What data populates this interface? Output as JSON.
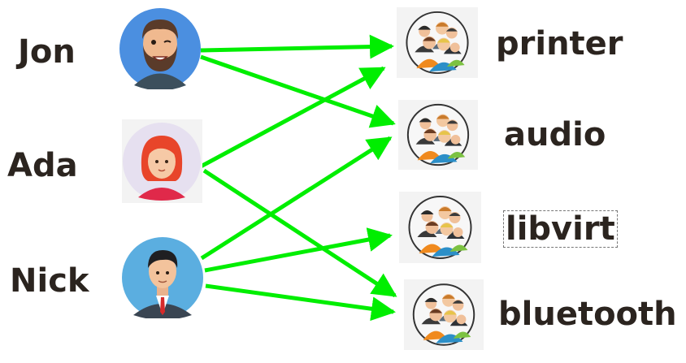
{
  "users": [
    {
      "id": "jon",
      "name": "Jon",
      "avatar_icon": "bearded-man-winking-icon"
    },
    {
      "id": "ada",
      "name": "Ada",
      "avatar_icon": "red-haired-woman-icon"
    },
    {
      "id": "nick",
      "name": "Nick",
      "avatar_icon": "man-in-suit-icon"
    }
  ],
  "groups": [
    {
      "id": "printer",
      "name": "printer",
      "icon": "group-of-people-icon"
    },
    {
      "id": "audio",
      "name": "audio",
      "icon": "group-of-people-icon"
    },
    {
      "id": "libvirt",
      "name": "libvirt",
      "icon": "group-of-people-icon",
      "highlighted": true
    },
    {
      "id": "bluetooth",
      "name": "bluetooth",
      "icon": "group-of-people-icon"
    }
  ],
  "memberships": [
    {
      "from": "jon",
      "to": "printer"
    },
    {
      "from": "jon",
      "to": "audio"
    },
    {
      "from": "ada",
      "to": "printer"
    },
    {
      "from": "ada",
      "to": "bluetooth"
    },
    {
      "from": "nick",
      "to": "audio"
    },
    {
      "from": "nick",
      "to": "libvirt"
    },
    {
      "from": "nick",
      "to": "bluetooth"
    }
  ],
  "colors": {
    "arrow": "#00ee00",
    "label_text": "#2b241f",
    "icon_background": "#f3f3f3"
  }
}
